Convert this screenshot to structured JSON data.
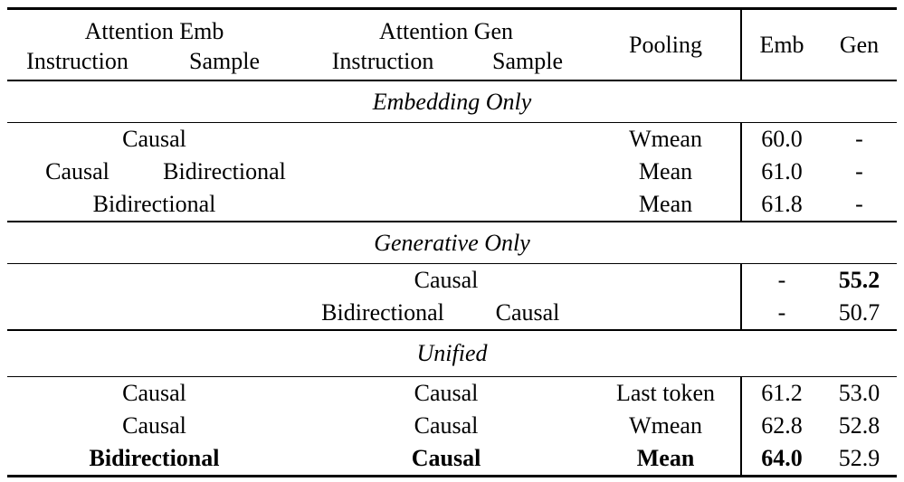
{
  "page": {
    "background_color": "#ffffff",
    "text_color": "#000000"
  },
  "table": {
    "header": {
      "attention_emb": "Attention Emb",
      "attention_gen": "Attention Gen",
      "emb_instruction": "Instruction",
      "emb_sample": "Sample",
      "gen_instruction": "Instruction",
      "gen_sample": "Sample",
      "pooling": "Pooling",
      "emb": "Emb",
      "gen": "Gen"
    },
    "sections": [
      {
        "title": "Embedding Only",
        "rows": [
          {
            "emb_attention": "Causal",
            "pooling": "Wmean",
            "emb": "60.0",
            "gen": "-"
          },
          {
            "emb_instruction": "Causal",
            "emb_sample": "Bidirectional",
            "pooling": "Mean",
            "emb": "61.0",
            "gen": "-"
          },
          {
            "emb_attention": "Bidirectional",
            "pooling": "Mean",
            "emb": "61.8",
            "gen": "-"
          }
        ]
      },
      {
        "title": "Generative Only",
        "rows": [
          {
            "gen_attention": "Causal",
            "emb": "-",
            "gen": "55.2"
          },
          {
            "gen_instruction": "Bidirectional",
            "gen_sample": "Causal",
            "emb": "-",
            "gen": "50.7"
          }
        ]
      },
      {
        "title": "Unified",
        "rows": [
          {
            "emb_attention": "Causal",
            "gen_attention": "Causal",
            "pooling": "Last token",
            "emb": "61.2",
            "gen": "53.0"
          },
          {
            "emb_attention": "Causal",
            "gen_attention": "Causal",
            "pooling": "Wmean",
            "emb": "62.8",
            "gen": "52.8"
          },
          {
            "emb_attention": "Bidirectional",
            "gen_attention": "Causal",
            "pooling": "Mean",
            "emb": "64.0",
            "gen": "52.9"
          }
        ]
      }
    ]
  }
}
